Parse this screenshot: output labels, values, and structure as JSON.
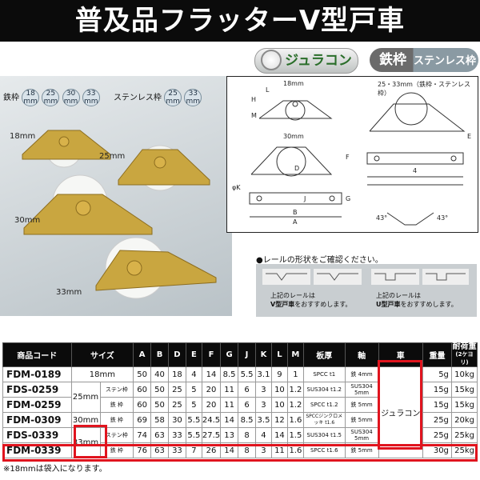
{
  "title": "普及品フラッターV型戸車",
  "badges": {
    "wheel": "ジュラコン車",
    "frame_steel": "鉄枠",
    "frame_stainless": "ステンレス枠"
  },
  "photo": {
    "steel_label": "鉄枠",
    "steel_sizes": [
      "18",
      "25",
      "30",
      "33"
    ],
    "stainless_label": "ステンレス枠",
    "stainless_sizes": [
      "25",
      "33"
    ],
    "size_unit": "mm",
    "items": [
      "18mm",
      "25mm",
      "30mm",
      "33mm"
    ]
  },
  "diagram": {
    "left_top": "18mm",
    "left_bottom": "30mm",
    "right_top": "25・33mm（鉄枠・ステンレス枠）",
    "letters": [
      "L",
      "H",
      "M",
      "F",
      "D",
      "E",
      "J",
      "K",
      "B",
      "A",
      "G"
    ],
    "phiK": "φK",
    "angle": "43°",
    "dim4": "4"
  },
  "rail": {
    "heading": "●レールの形状をご確認ください。",
    "v_prefix": "上記のレールは",
    "v_main": "V型戸車",
    "v_suffix": "をおすすめします。",
    "u_prefix": "上記のレールは",
    "u_main": "U型戸車",
    "u_suffix": "をおすすめします。"
  },
  "table": {
    "headers": [
      "商品コード",
      "サイズ",
      "A",
      "B",
      "D",
      "E",
      "F",
      "G",
      "J",
      "K",
      "L",
      "M",
      "板厚",
      "軸",
      "車",
      "重量",
      "耐荷重"
    ],
    "load_sub": "(2ケヨリ)",
    "wheel_material": "ジュラコン",
    "rows": [
      {
        "code": "FDM-0189",
        "size": "18mm",
        "frame": "",
        "A": "50",
        "B": "40",
        "D": "18",
        "E": "4",
        "F": "14",
        "G": "8.5",
        "J": "5.5",
        "K": "3.1",
        "L": "9",
        "M": "1",
        "plate": "SPCC t1",
        "shaft": "鉄 4mm",
        "weight": "5g",
        "load": "10kg"
      },
      {
        "code": "FDS-0259",
        "size": "25mm",
        "frame": "ステン枠",
        "A": "60",
        "B": "50",
        "D": "25",
        "E": "5",
        "F": "20",
        "G": "11",
        "J": "6",
        "K": "3",
        "L": "10",
        "M": "1.2",
        "plate": "SUS304 t1.2",
        "shaft": "SUS304 5mm",
        "weight": "15g",
        "load": "15kg"
      },
      {
        "code": "FDM-0259",
        "size": "",
        "frame": "鉄 枠",
        "A": "60",
        "B": "50",
        "D": "25",
        "E": "5",
        "F": "20",
        "G": "11",
        "J": "6",
        "K": "3",
        "L": "10",
        "M": "1.2",
        "plate": "SPCC t1.2",
        "shaft": "鉄 5mm",
        "weight": "15g",
        "load": "15kg"
      },
      {
        "code": "FDM-0309",
        "size": "30mm",
        "frame": "鉄 枠",
        "A": "69",
        "B": "58",
        "D": "30",
        "E": "5.5",
        "F": "24.5",
        "G": "14",
        "J": "8.5",
        "K": "3.5",
        "L": "12",
        "M": "1.6",
        "plate": "SPCCジンクロメッキ t1.6",
        "shaft": "鉄 5mm",
        "weight": "25g",
        "load": "20kg"
      },
      {
        "code": "FDS-0339",
        "size": "33mm",
        "frame": "ステン枠",
        "A": "74",
        "B": "63",
        "D": "33",
        "E": "5.5",
        "F": "27.5",
        "G": "13",
        "J": "8",
        "K": "4",
        "L": "14",
        "M": "1.5",
        "plate": "SUS304 t1.5",
        "shaft": "SUS304 5mm",
        "weight": "25g",
        "load": "25kg"
      },
      {
        "code": "FDM-0339",
        "size": "",
        "frame": "鉄 枠",
        "A": "76",
        "B": "63",
        "D": "33",
        "E": "7",
        "F": "26",
        "G": "14",
        "J": "8",
        "K": "3",
        "L": "11",
        "M": "1.6",
        "plate": "SPCC t1.6",
        "shaft": "鉄 5mm",
        "weight": "30g",
        "load": "25kg"
      }
    ]
  },
  "footnote": "※18mmは袋入になります。",
  "colors": {
    "highlight": "#e0141e",
    "header_bg": "#0b0b0b",
    "brass": "#c9a640"
  }
}
